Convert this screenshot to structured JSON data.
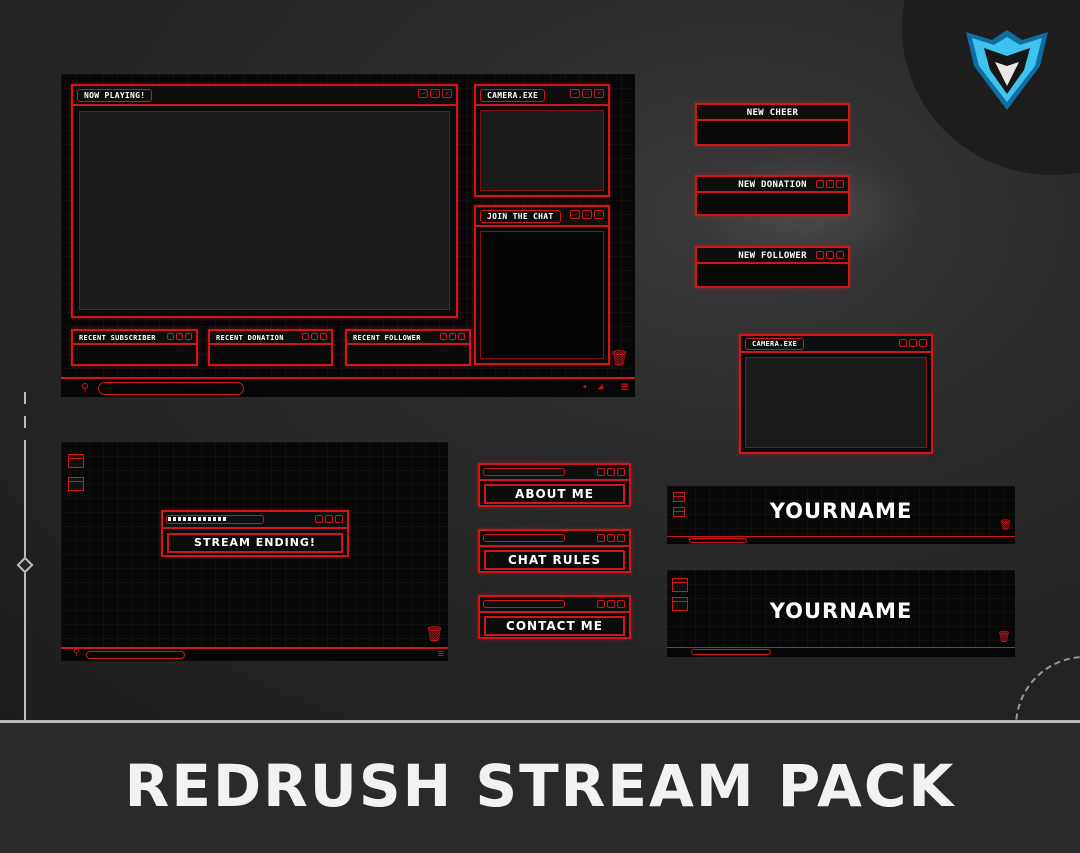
{
  "main_overlay": {
    "now_playing": "NOW PLAYING!",
    "camera": "CAMERA.EXE",
    "join_chat": "JOIN THE CHAT",
    "recent_subscriber": "RECENT SUBSCRIBER",
    "recent_donation": "RECENT DONATION",
    "recent_follower": "RECENT FOLLOWER"
  },
  "alerts": {
    "cheer": "NEW CHEER",
    "donation": "NEW DONATION",
    "follower": "NEW FOLLOWER"
  },
  "camera_frame": {
    "title": "CAMERA.EXE"
  },
  "ending_screen": {
    "label": "STREAM ENDING!"
  },
  "panels": {
    "about": "ABOUT ME",
    "rules": "CHAT RULES",
    "contact": "CONTACT ME"
  },
  "banners": {
    "name_1": "YOURNAME",
    "name_2": "YOURNAME"
  },
  "footer": {
    "title": "REDRUSH STREAM PACK"
  },
  "icons": {
    "ctrl_min": "—",
    "ctrl_max": "☐",
    "ctrl_close": "✕",
    "search": "⚲",
    "trash": "🗑",
    "menu": "≡",
    "volume": "◂",
    "wifi": "◢"
  },
  "colors": {
    "accent": "#d0161c",
    "background": "#262626",
    "panel": "#070707"
  }
}
